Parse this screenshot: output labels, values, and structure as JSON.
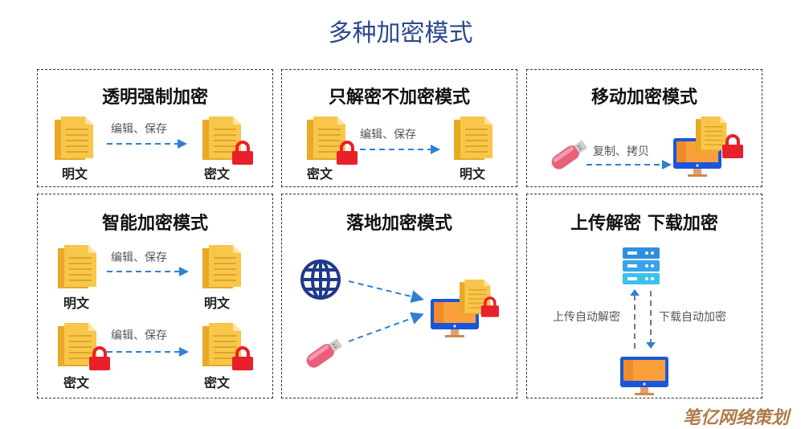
{
  "title": "多种加密模式",
  "panels": [
    {
      "title": "透明强制加密",
      "from_label": "明文",
      "to_label": "密文",
      "action": "编辑、保存"
    },
    {
      "title": "只解密不加密模式",
      "from_label": "密文",
      "to_label": "明文",
      "action": "编辑、保存"
    },
    {
      "title": "移动加密模式",
      "action": "复制、拷贝"
    },
    {
      "title": "智能加密模式",
      "row1": {
        "from_label": "明文",
        "to_label": "明文",
        "action": "编辑、保存"
      },
      "row2": {
        "from_label": "密文",
        "to_label": "密文",
        "action": "编辑、保存"
      }
    },
    {
      "title": "落地加密模式"
    },
    {
      "title": "上传解密 下载加密",
      "up_label": "上传自动解密",
      "down_label": "下载自动加密"
    }
  ],
  "watermark": "笔亿网络策划",
  "colors": {
    "title": "#2b4a8c",
    "arrow": "#2f80d1",
    "doc": "#f5b731",
    "lock": "#e8202a",
    "monitor": "#1a56db",
    "screen": "#f9a03a"
  }
}
